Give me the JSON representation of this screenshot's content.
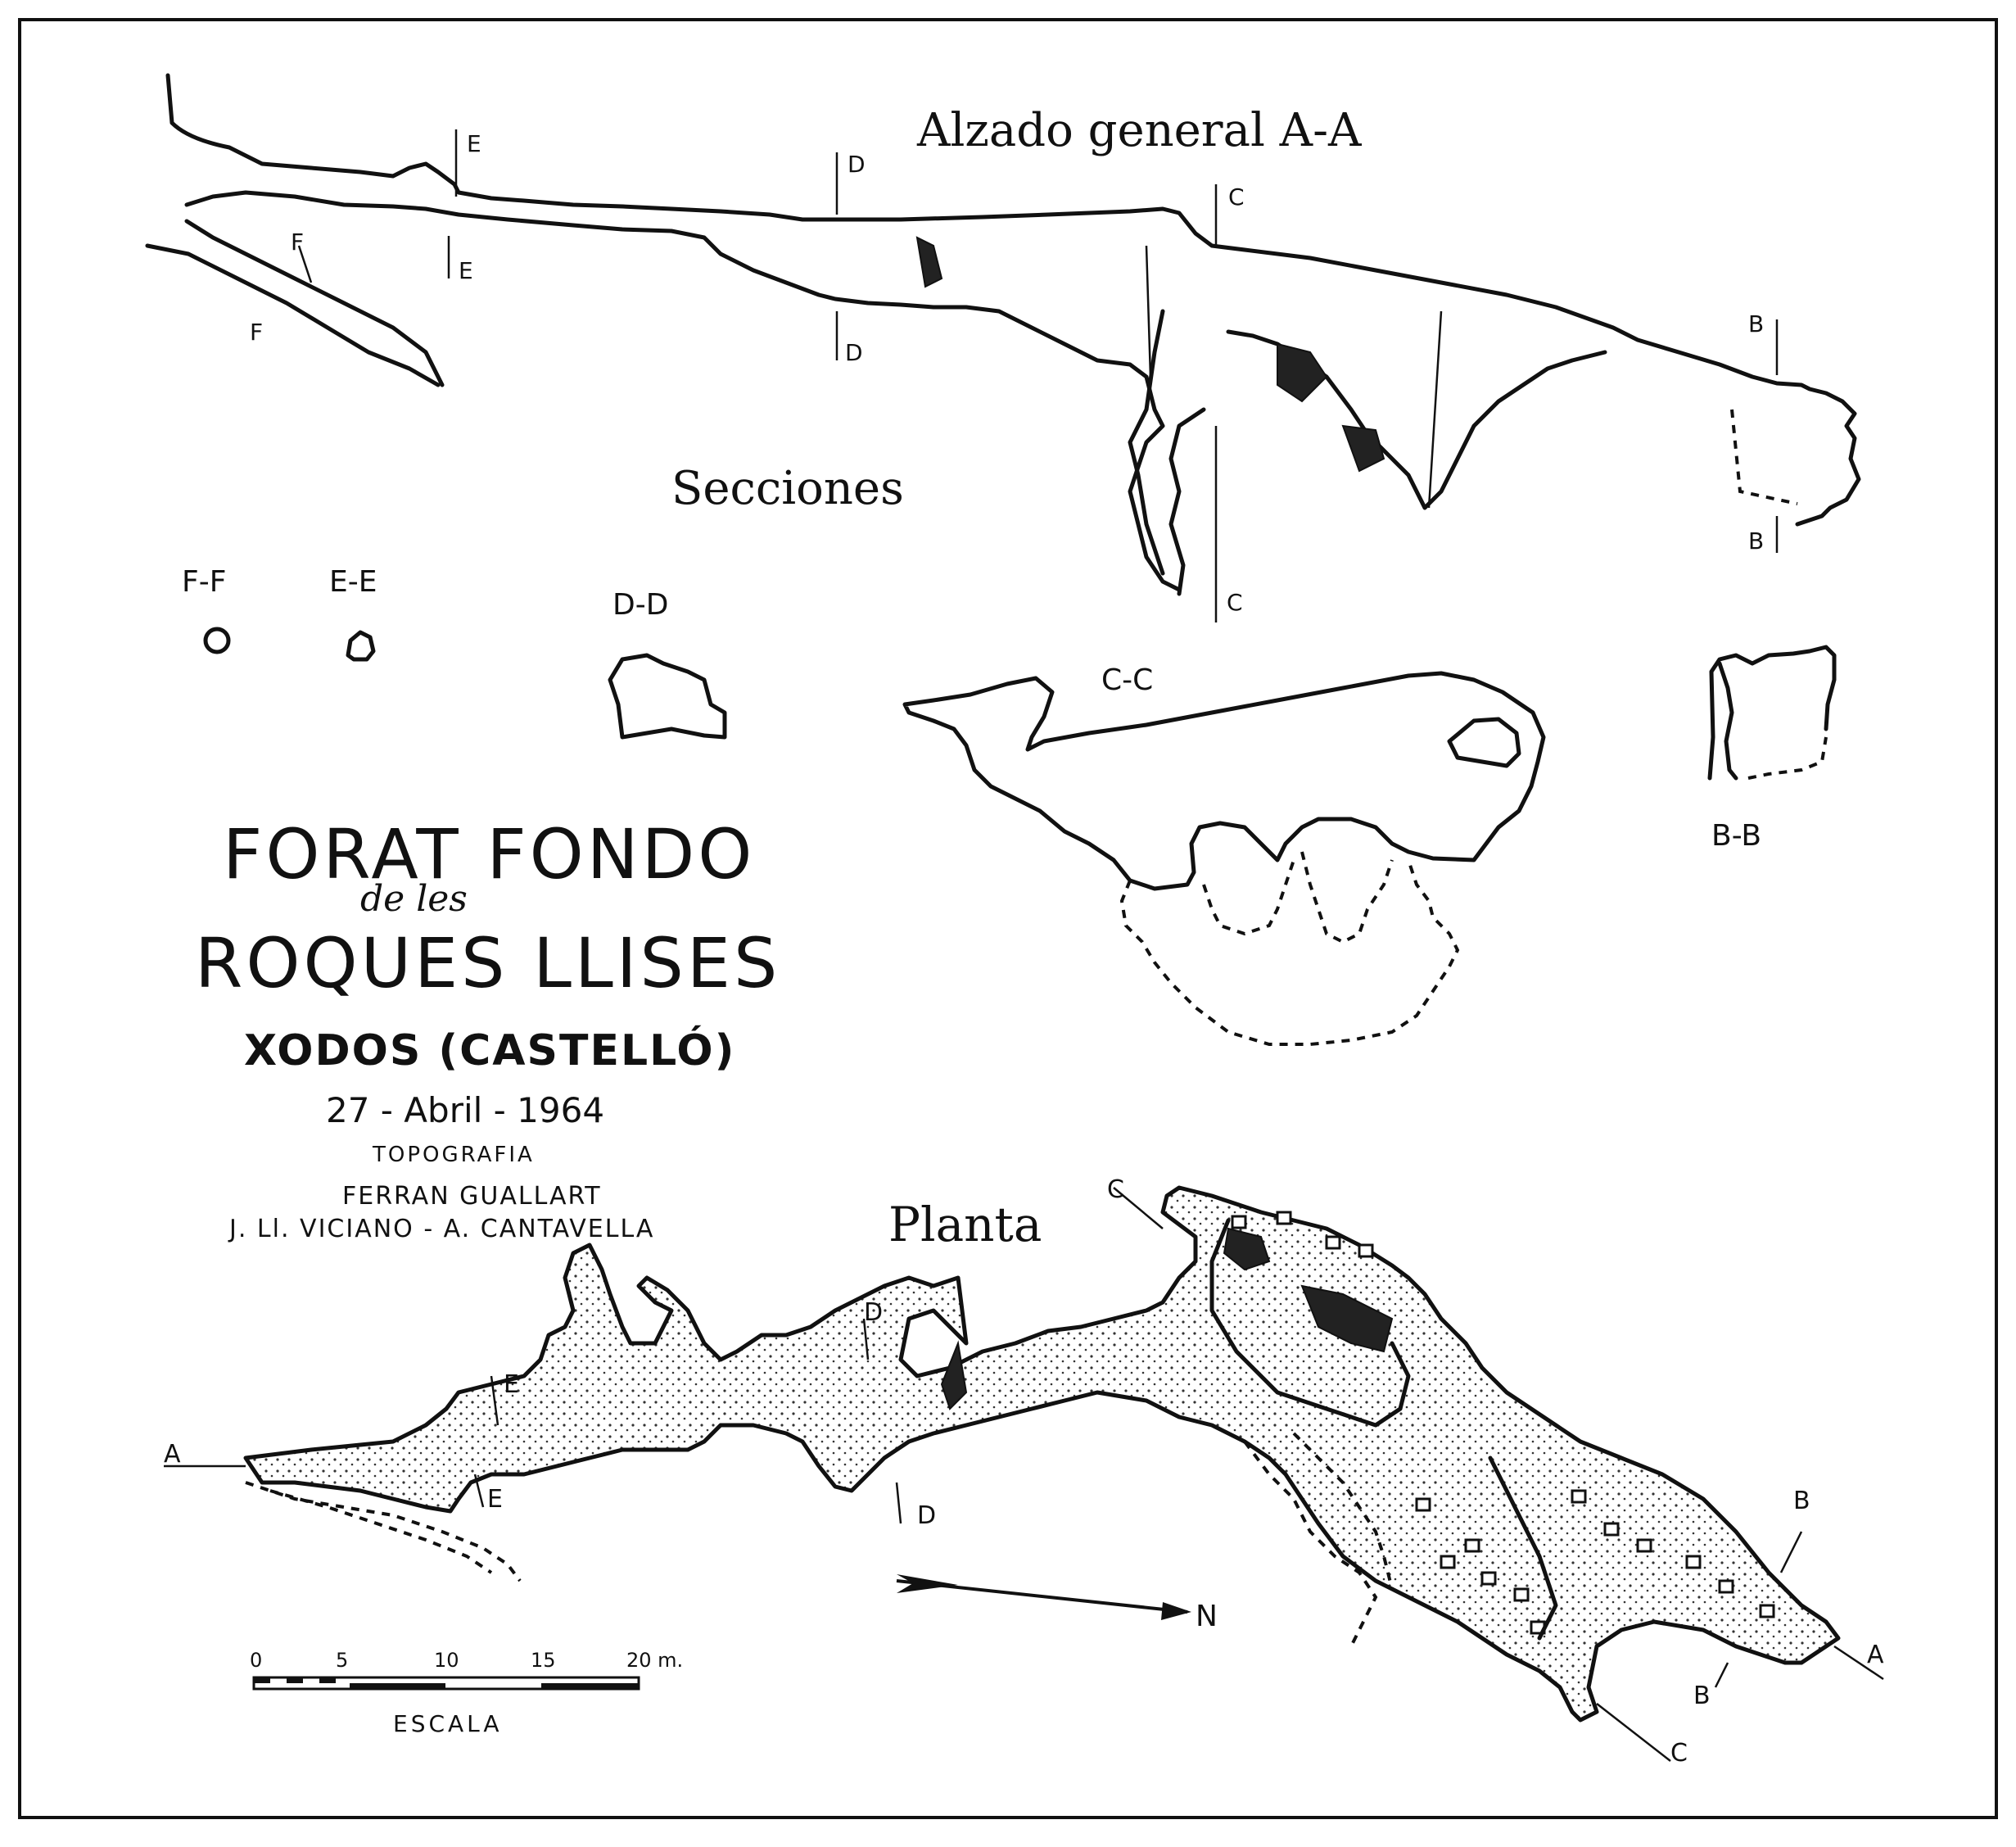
{
  "map": {
    "elevation_title": "Alzado general  A-A",
    "sections_title": "Secciones",
    "plan_title": "Planta",
    "cave_name_line1": "FORAT FONDO",
    "cave_name_line2": "de les",
    "cave_name_line3": "ROQUES LLISES",
    "location": "XODOS (CASTELLÓ)",
    "date": "27 - Abril - 1964",
    "topography_label": "TOPOGRAFIA",
    "surveyor_1": "FERRAN GUALLART",
    "surveyors_2": "J. Ll. VICIANO  -  A. CANTAVELLA",
    "section_labels": {
      "ff": "F-F",
      "ee": "E-E",
      "dd": "D-D",
      "cc": "C-C",
      "bb": "B-B"
    },
    "cut_letters": {
      "a": "A",
      "b": "B",
      "c": "C",
      "d": "D",
      "e": "E",
      "f": "F"
    },
    "north": "N",
    "scale": {
      "ticks": [
        "0",
        "5",
        "10",
        "15",
        "20 m."
      ],
      "label": "ESCALA"
    }
  }
}
